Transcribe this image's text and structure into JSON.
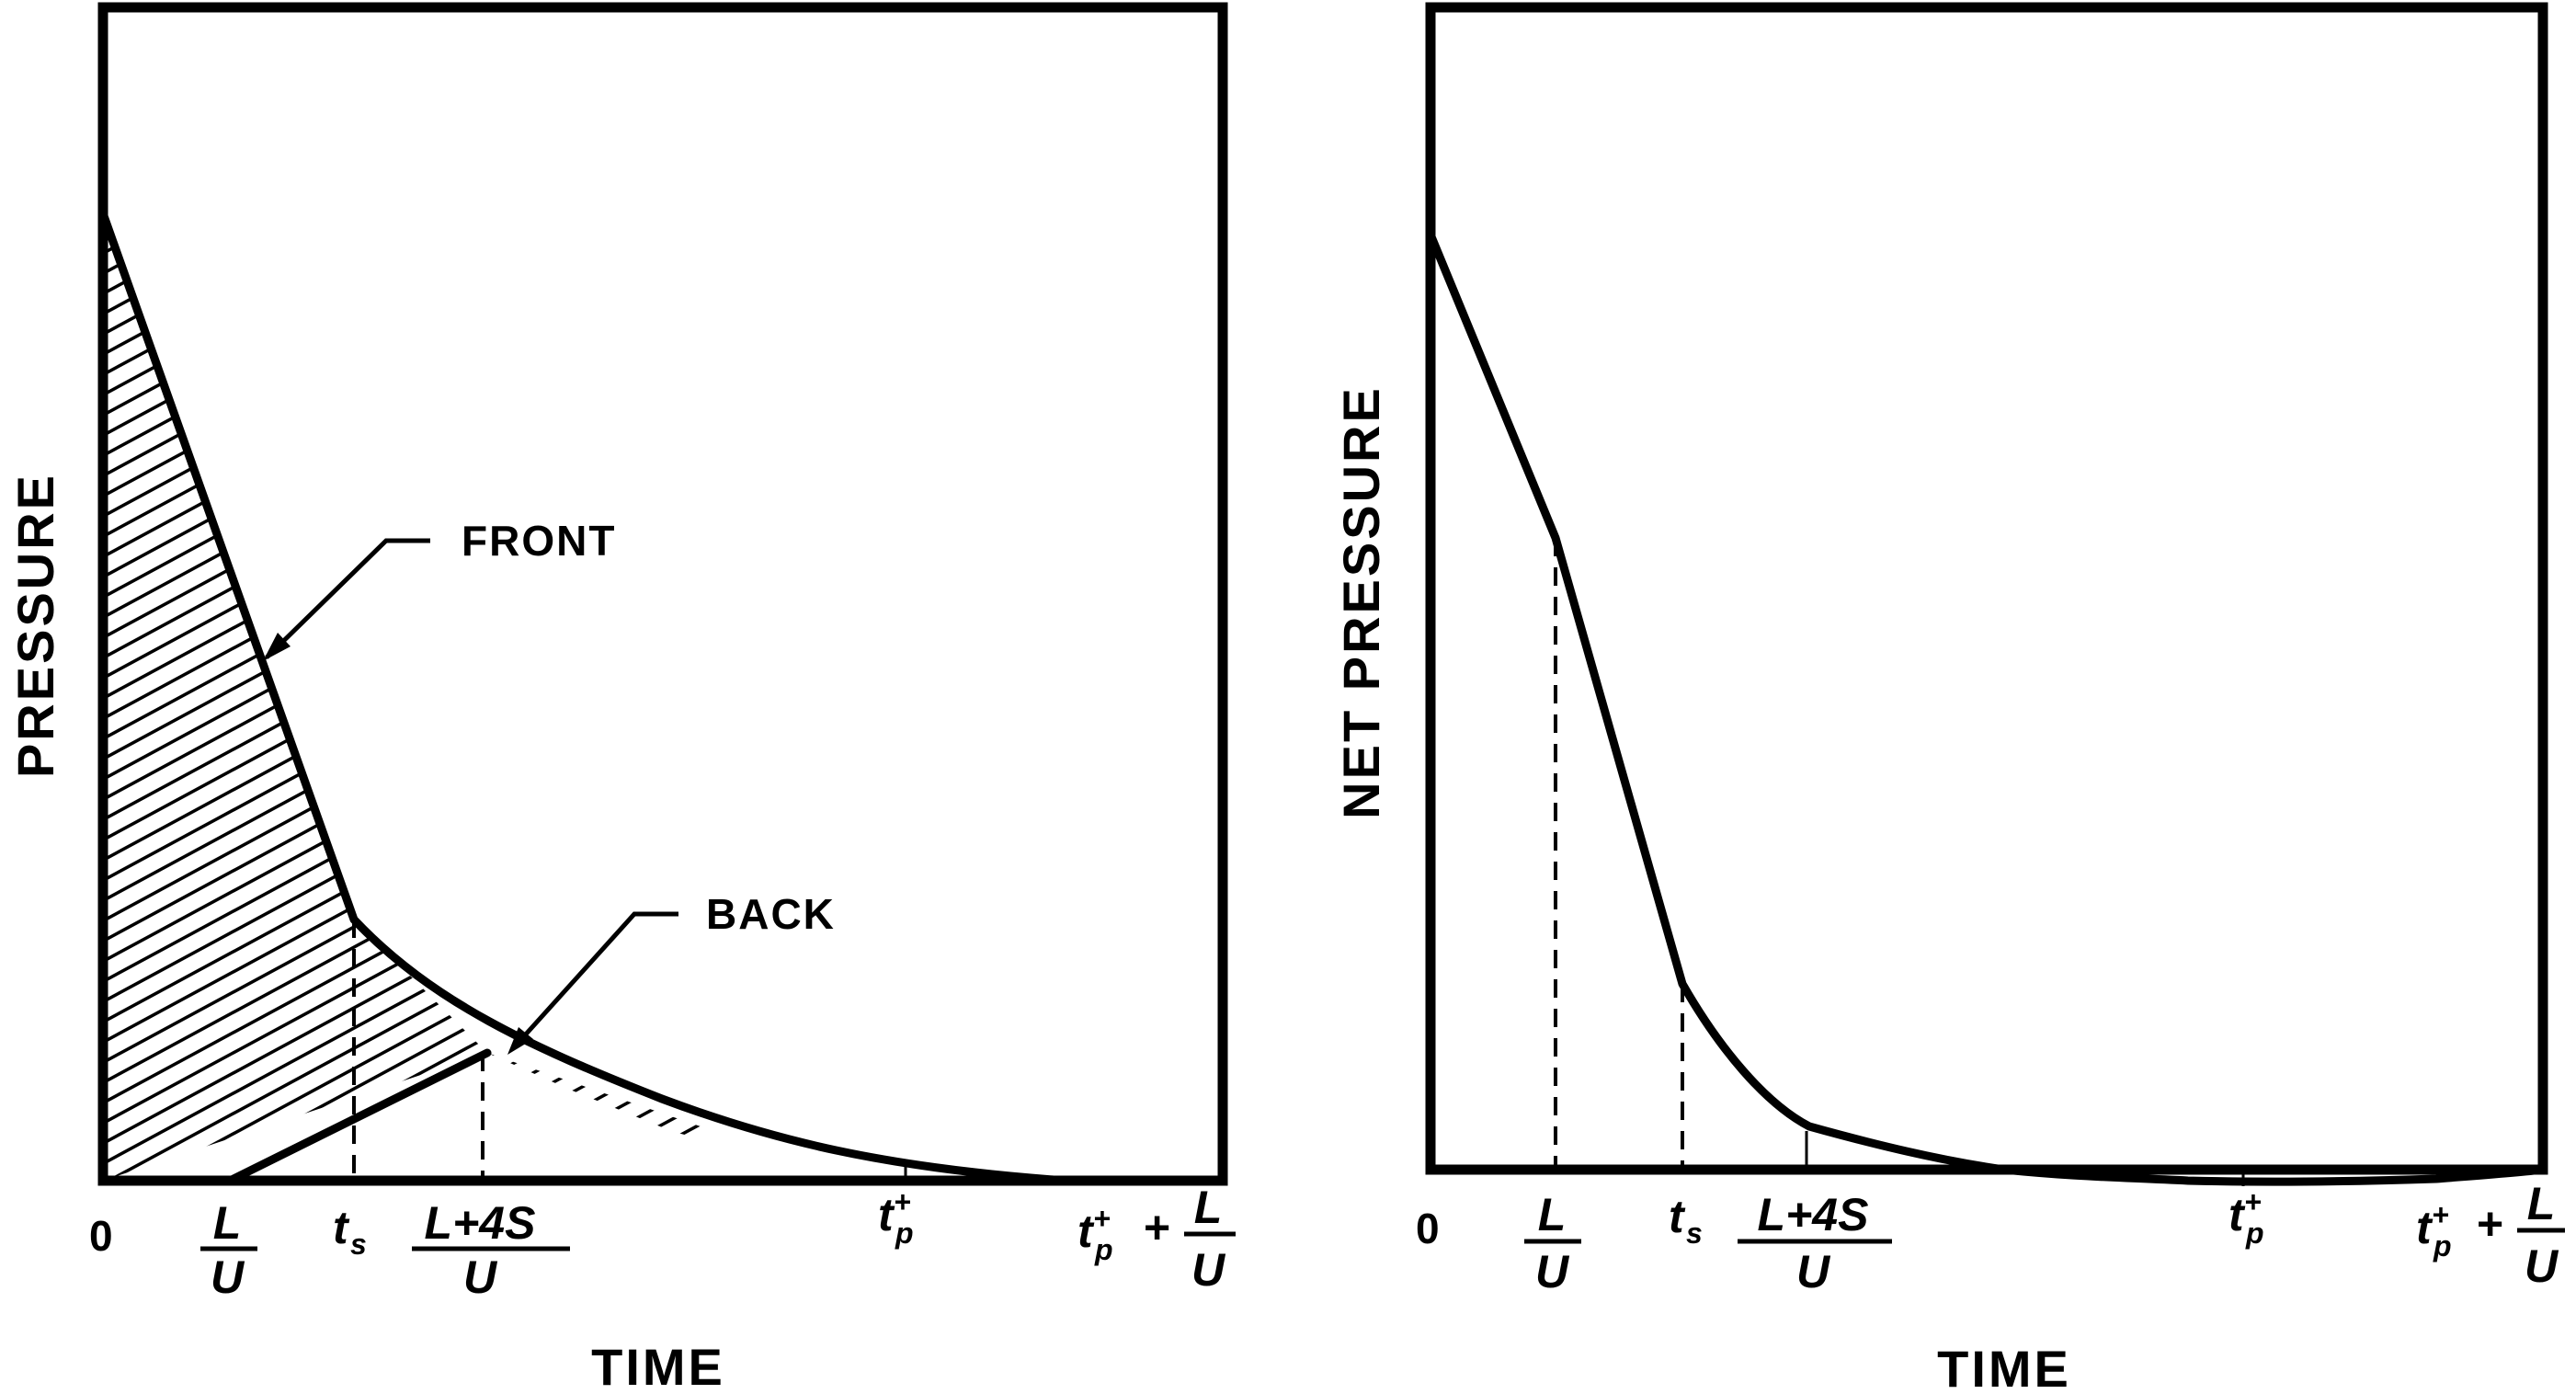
{
  "figure": {
    "left_panel": {
      "ylabel": "PRESSURE",
      "xlabel": "TIME",
      "callout_front": "FRONT",
      "callout_back": "BACK",
      "ticks": {
        "zero": "0",
        "L": "L",
        "U": "U",
        "t": "t",
        "s_sub": "s",
        "L4S": "L+4S",
        "p_sub": "p",
        "plus_sup": "+",
        "plus": "+"
      }
    },
    "right_panel": {
      "ylabel": "NET PRESSURE",
      "xlabel": "TIME",
      "ticks": {
        "zero": "0",
        "L": "L",
        "U": "U",
        "t": "t",
        "s_sub": "s",
        "L4S": "L+4S",
        "p_sub": "p",
        "plus_sup": "+",
        "plus": "+"
      }
    }
  }
}
